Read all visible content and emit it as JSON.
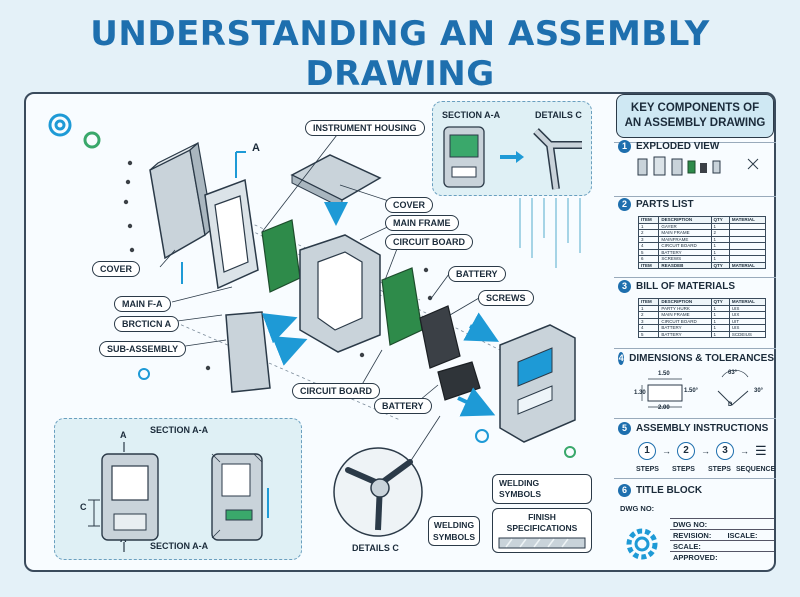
{
  "title": "UNDERSTANDING AN ASSEMBLY DRAWING",
  "labels": {
    "instrument_housing": "INSTRUMENT HOUSING",
    "cover_top": "COVER",
    "main_frame": "MAIN FRAME",
    "circuit_board_top": "CIRCUIT BOARD",
    "battery_top": "BATTERY",
    "screws": "SCREWS",
    "cover_left": "COVER",
    "main_fa": "MAIN F-A",
    "brction_a": "BRCTICN A",
    "sub_assembly": "SUB-ASSEMBLY",
    "circuit_board_bottom": "CIRCUIT BOARD",
    "battery_bottom": "BATTERY",
    "a_marker": "A"
  },
  "section_panel": {
    "title": "SECTION A-A",
    "bottom_title": "SECTION A-A",
    "marker_a_top": "A",
    "marker_a_bottom": "A",
    "marker_c": "C"
  },
  "top_inset": {
    "section_title": "SECTION A-A",
    "details_title": "DETAILS C"
  },
  "details_c": "DETAILS C",
  "welding_callout": "WELDING\nSYMBOLS",
  "welding_label": [
    "WELDING",
    "SYMBOLS"
  ],
  "welding_symbols_box": [
    "WELDING",
    "SYMBOLS"
  ],
  "finish_box": [
    "FINISH",
    "SPECIFICATIONS"
  ],
  "sidebar": {
    "heading": [
      "KEY COMPONENTS OF",
      "AN ASSEMBLY DRAWING"
    ],
    "sections": [
      {
        "num": "1",
        "title": "EXPLODED VIEW"
      },
      {
        "num": "2",
        "title": "PARTS LIST"
      },
      {
        "num": "3",
        "title": "BILL OF MATERIALS"
      },
      {
        "num": "4",
        "title": "DIMENSIONS & TOLERANCES"
      },
      {
        "num": "5",
        "title": "ASSEMBLY INSTRUCTIONS"
      },
      {
        "num": "6",
        "title": "TITLE BLOCK"
      }
    ],
    "parts_list": {
      "headers": [
        "ITEM",
        "DESCRIPTION",
        "QTY",
        "MATERIAL"
      ],
      "rows": [
        [
          "1",
          "GAYER",
          "1",
          ""
        ],
        [
          "2",
          "MAIN FRAME",
          "2",
          ""
        ],
        [
          "3",
          "MAINFRAME",
          "1",
          ""
        ],
        [
          "4",
          "CIRCUIT BOARD",
          "1",
          ""
        ],
        [
          "5",
          "BATTERY",
          "1",
          ""
        ],
        [
          "6",
          "SCREWS",
          "1",
          ""
        ]
      ],
      "footer": [
        "ITEM",
        "REASDEB",
        "QTY",
        "MATERIAL"
      ]
    },
    "bom": {
      "headers": [
        "ITEM",
        "DESCRIPTION",
        "QTY",
        "MATERIAL"
      ],
      "rows": [
        [
          "1",
          "PARTY HURK",
          "1",
          "UIS"
        ],
        [
          "2",
          "MAIN FRAME",
          "1",
          "UIX"
        ],
        [
          "3",
          "CIRCUIT BOARD",
          "1",
          "UIT"
        ],
        [
          "4",
          "BATTERY",
          "1",
          "UIS"
        ],
        [
          "5",
          "BATTERY",
          "1",
          "SCDEIUS"
        ]
      ]
    },
    "dimensions": {
      "d1": "1.50",
      "d2": "1.30",
      "d3": "1.50°",
      "d4": "2.00",
      "a1": "63°",
      "a2": "30°",
      "d": "D"
    },
    "steps": {
      "nums": [
        "1",
        "2",
        "3"
      ],
      "labels": [
        "STEPS",
        "STEPS",
        "STEPS",
        "SEQUENCE"
      ]
    },
    "title_block": {
      "dwg_no_left": "DWG NO:",
      "dwg_no": "DWG NO:",
      "revision": "REVISION:",
      "iscale": "ISCALE:",
      "scale": "SCALE:",
      "approved": "APPROVED:"
    }
  },
  "colors": {
    "title": "#1e6fae",
    "pcb": "#2e8b4a",
    "housing": "#c9d3da",
    "accent": "#1e9ad6"
  }
}
